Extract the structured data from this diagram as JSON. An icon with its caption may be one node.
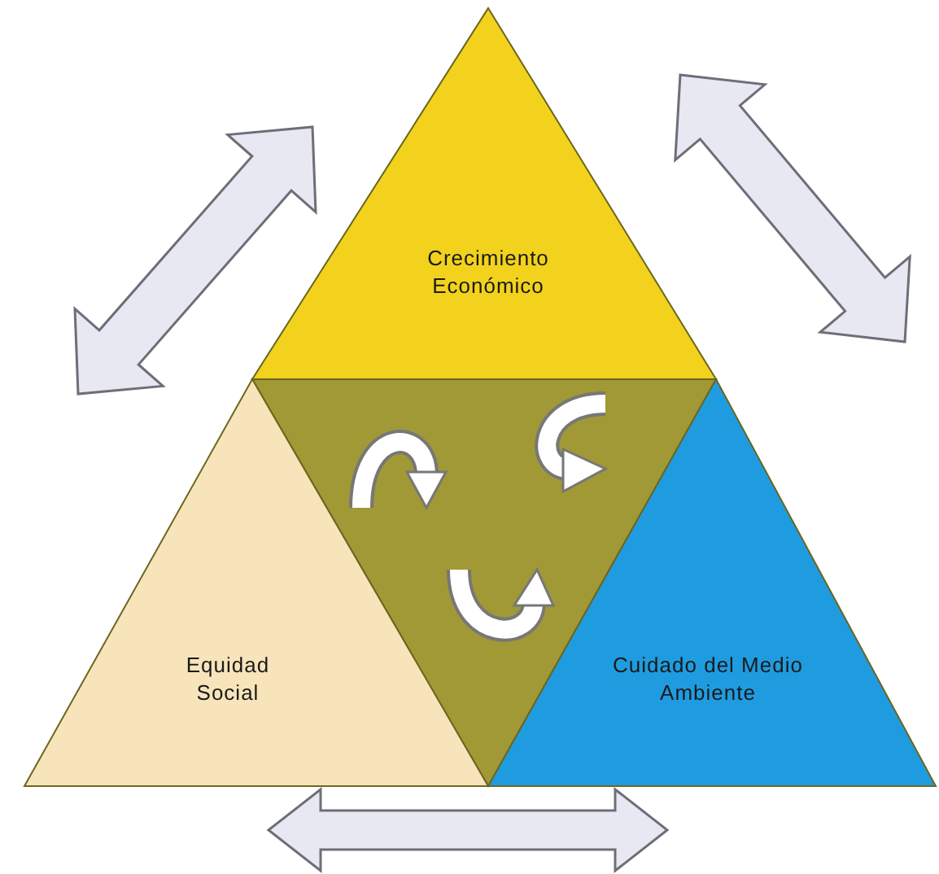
{
  "diagram": {
    "nodes": [
      {
        "text": [
          "Crecimiento Económico"
        ]
      },
      {
        "text": [
          "Equidad Social"
        ]
      },
      {
        "text": [
          "Cuidado del Medio Ambiente"
        ]
      },
      {
        "text": [],
        "shape": "triangle"
      }
    ],
    "edges": [
      {
        "from": 1,
        "to": 0,
        "arrow": "both"
      },
      {
        "from": 0,
        "to": 2,
        "arrow": "both"
      },
      {
        "from": 1,
        "to": 2,
        "arrow": "both"
      }
    ]
  }
}
